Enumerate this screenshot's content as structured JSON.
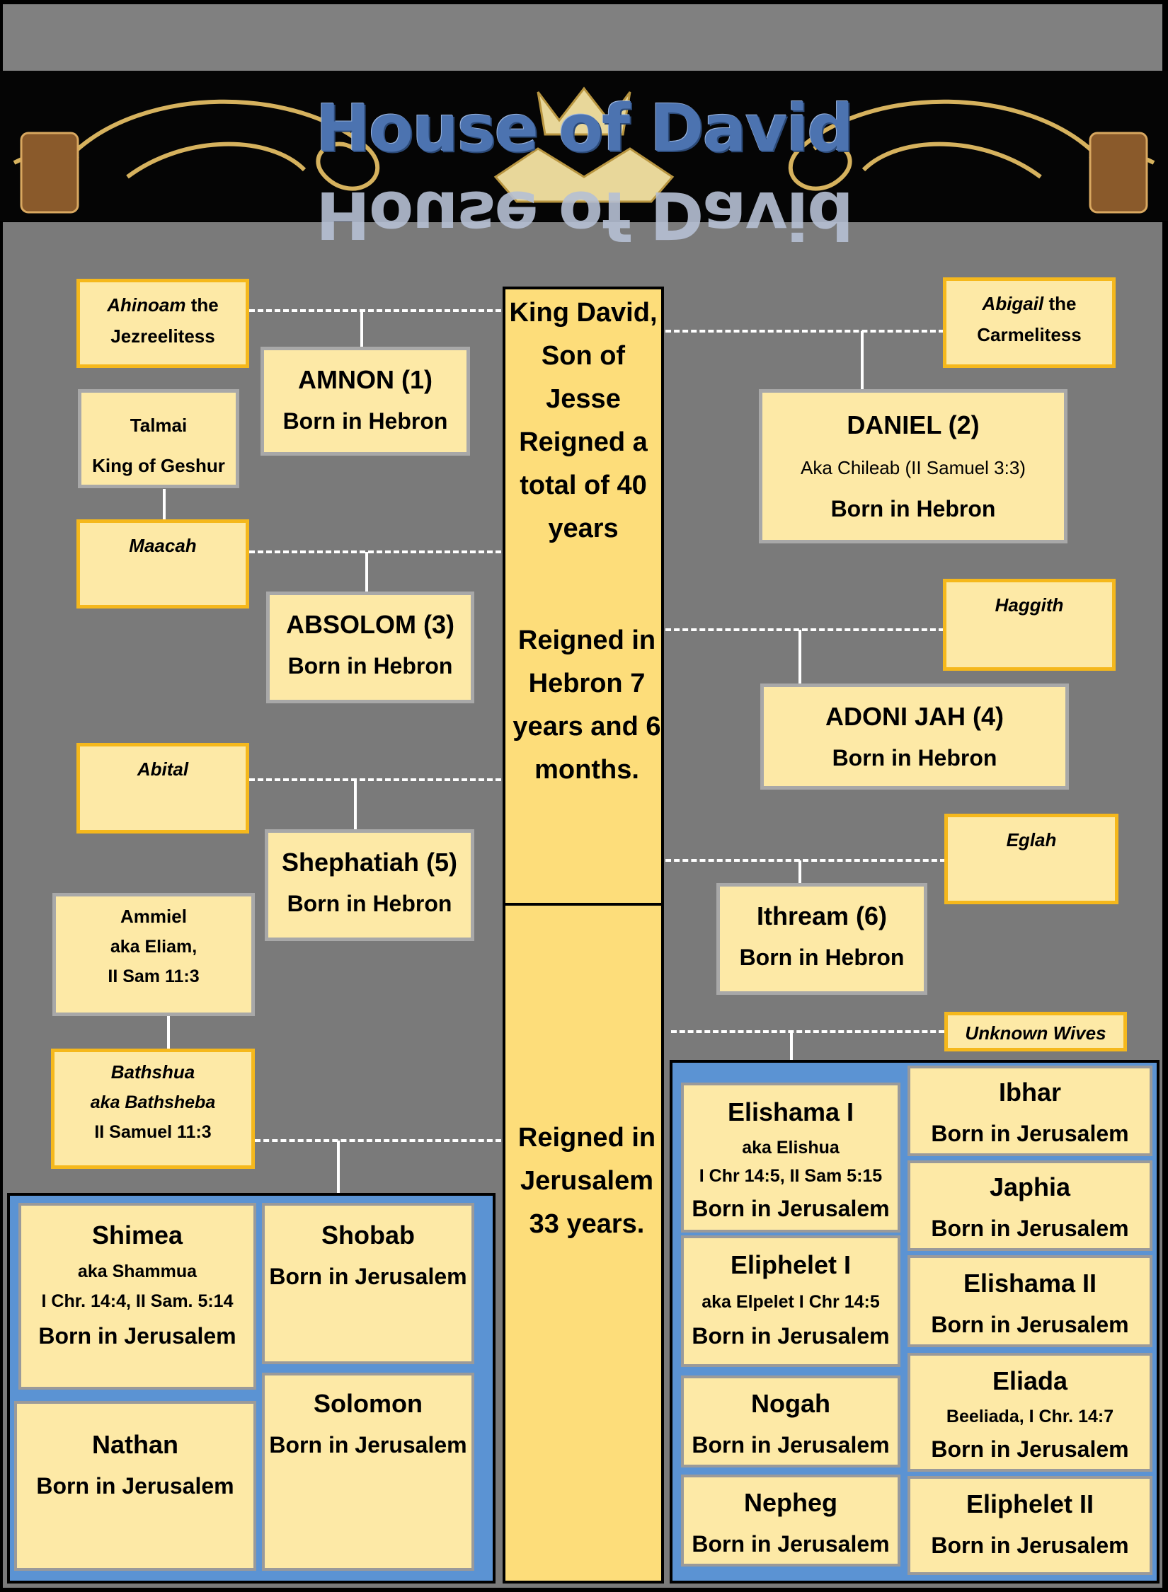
{
  "title": "House of David",
  "colors": {
    "wife_border": "#f5b81c",
    "box_fill": "#fde9a6",
    "center_fill": "#fddd7a",
    "panel_blue": "#5b93d3",
    "title_blue": "#4c73b0",
    "background": "#7a7a7a"
  },
  "center": {
    "line1": "King David,",
    "line2": "Son of",
    "line3": "Jesse",
    "line4": "Reigned a",
    "line5": "total of 40",
    "line6": "years",
    "hebron1": "Reigned in",
    "hebron2": "Hebron 7",
    "hebron3": "years and 6",
    "hebron4": "months.",
    "jer1": "Reigned in",
    "jer2": "Jerusalem",
    "jer3": "33 years."
  },
  "wives": {
    "ahinoam": {
      "name": "Ahinoam",
      "rest": "the",
      "line2": "Jezreelitess"
    },
    "abigail": {
      "name": "Abigail",
      "rest": "the",
      "line2": "Carmelitess"
    },
    "talmai": {
      "line1": "Talmai",
      "line2": "King of Geshur"
    },
    "maacah": {
      "name": "Maacah"
    },
    "haggith": {
      "name": "Haggith"
    },
    "abital": {
      "name": "Abital"
    },
    "eglah": {
      "name": "Eglah"
    },
    "ammiel": {
      "line1": "Ammiel",
      "line2": "aka Eliam,",
      "line3": "II Sam 11:3"
    },
    "bathshua": {
      "line1": "Bathshua",
      "line2": "aka Bathsheba",
      "line3": "II Samuel 11:3"
    },
    "unknown": {
      "name": "Unknown Wives"
    }
  },
  "sons": {
    "amnon": {
      "name": "AMNON (1)",
      "born": "Born in Hebron"
    },
    "daniel": {
      "name": "DANIEL (2)",
      "aka": "Aka Chileab  (II Samuel 3:3)",
      "born": "Born in Hebron"
    },
    "absolom": {
      "name": "ABSOLOM (3)",
      "born": "Born in Hebron"
    },
    "adonijah": {
      "name": "ADONI JAH (4)",
      "born": "Born in Hebron"
    },
    "shephatiah": {
      "name": "Shephatiah (5)",
      "born": "Born in Hebron"
    },
    "ithream": {
      "name": "Ithream (6)",
      "born": "Born in Hebron"
    }
  },
  "bathsheba_sons": {
    "shimea": {
      "name": "Shimea",
      "aka": "aka Shammua",
      "ref": "I Chr. 14:4, II Sam. 5:14",
      "born": "Born in Jerusalem"
    },
    "shobab": {
      "name": "Shobab",
      "born": "Born in Jerusalem"
    },
    "nathan": {
      "name": "Nathan",
      "born": "Born in Jerusalem"
    },
    "solomon": {
      "name": "Solomon",
      "born": "Born in Jerusalem"
    }
  },
  "other_sons": {
    "elishama1": {
      "name": "Elishama I",
      "aka": "aka Elishua",
      "ref": "I Chr 14:5, II Sam 5:15",
      "born": "Born in Jerusalem"
    },
    "eliphelet1": {
      "name": "Eliphelet I",
      "aka": "aka Elpelet I Chr 14:5",
      "born": "Born in Jerusalem"
    },
    "nogah": {
      "name": "Nogah",
      "born": "Born in Jerusalem"
    },
    "nepheg": {
      "name": "Nepheg",
      "born": "Born in Jerusalem"
    },
    "ibhar": {
      "name": "Ibhar",
      "born": "Born in Jerusalem"
    },
    "japhia": {
      "name": "Japhia",
      "born": "Born in Jerusalem"
    },
    "elishama2": {
      "name": "Elishama II",
      "born": "Born in Jerusalem"
    },
    "eliada": {
      "name": "Eliada",
      "aka": "Beeliada, I Chr. 14:7",
      "born": "Born in Jerusalem"
    },
    "eliphelet2": {
      "name": "Eliphelet II",
      "born": "Born in Jerusalem"
    }
  }
}
